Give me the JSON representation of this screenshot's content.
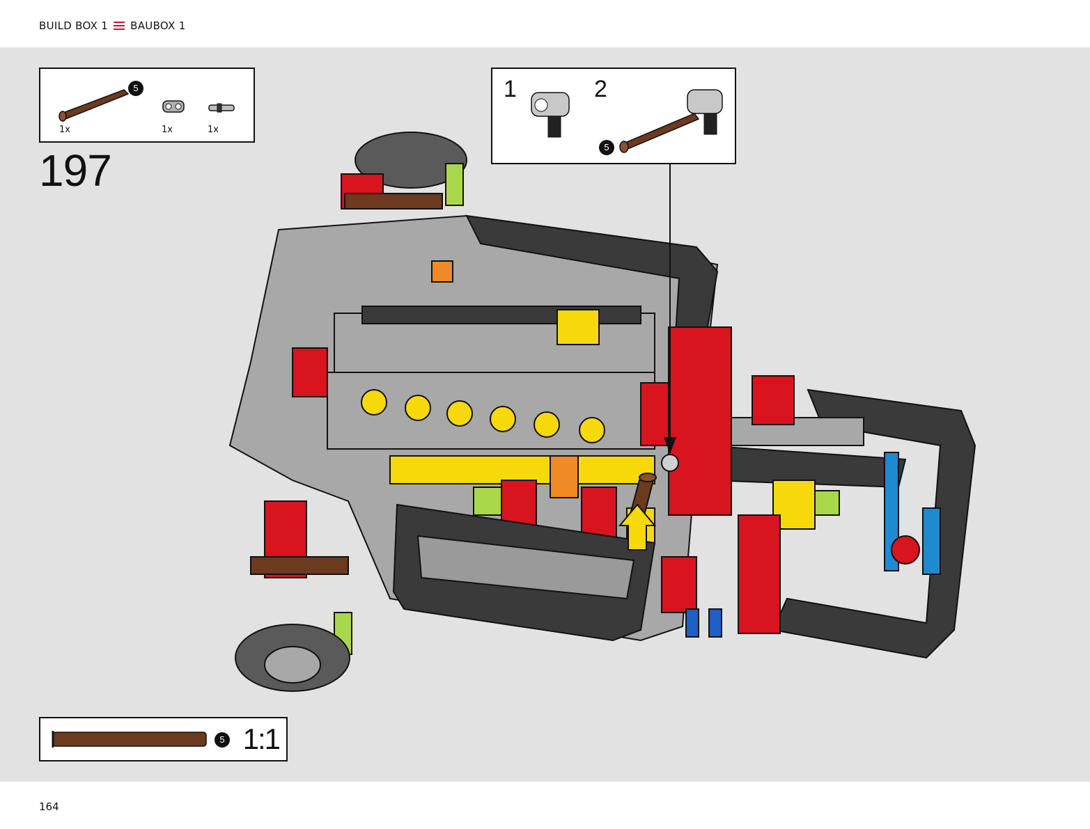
{
  "header": {
    "breadcrumb_en": "BUILD BOX 1",
    "breadcrumb_de": "BAUBOX 1"
  },
  "parts": [
    {
      "icon": "axle-5-icon",
      "qty": "1x",
      "badge": "5"
    },
    {
      "icon": "axle-connector-icon",
      "qty": "1x"
    },
    {
      "icon": "pin-icon",
      "qty": "1x"
    }
  ],
  "step": {
    "number": "197"
  },
  "substeps": [
    {
      "number": "1"
    },
    {
      "number": "2",
      "badge": "5"
    }
  ],
  "scale": {
    "label": "1:1",
    "badge": "5"
  },
  "footer": {
    "page_number": "164"
  },
  "colors": {
    "accent": "#d0103a",
    "canvas": "#e2e2e2",
    "brown": "#6b3a1f",
    "dark_gray": "#3a3a3a",
    "light_gray": "#a8a8a8",
    "red": "#d8141e",
    "yellow": "#f5d90a",
    "blue": "#1e5fc8",
    "lime": "#a8d84a",
    "orange": "#f08a24"
  }
}
